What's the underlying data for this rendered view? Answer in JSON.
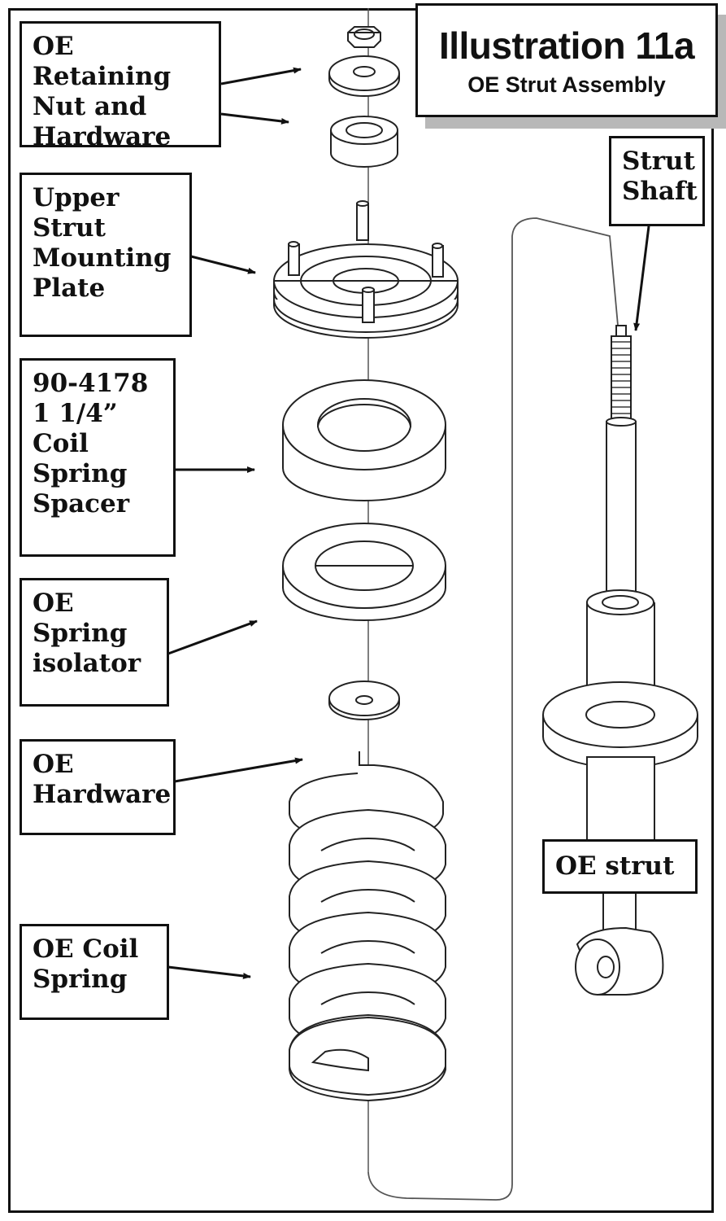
{
  "title": {
    "main": "Illustration 11a",
    "sub": "OE Strut Assembly"
  },
  "labels": {
    "retaining_nut": "OE Retaining\nNut and\nHardware",
    "upper_plate": "Upper\nStrut\nMounting\nPlate",
    "spacer": "90-4178\n1 1/4”\nCoil\nSpring\nSpacer",
    "isolator": "OE\nSpring\nisolator",
    "hardware": "OE\nHardware",
    "coil_spring": "OE Coil\nSpring",
    "strut_shaft": "Strut\nShaft",
    "oe_strut": "OE strut"
  }
}
